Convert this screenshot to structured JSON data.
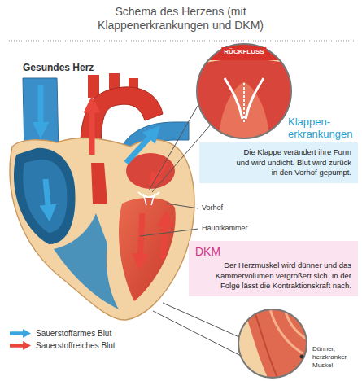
{
  "diagram": {
    "title": "Schema des Herzens (mit Klappenerkrankungen und DKM)",
    "nodes": [
      {
        "text": [
          "Klappen- erkrankungen",
          "Die Klappe verändert ihre Form und wird undicht. Blut wird zurück in den Vorhof gepumpt."
        ]
      },
      {
        "text": [
          "DKM",
          "Der Herzmuskel wird dünner und das Kammervolumen vergrößert sich. In der Folge lässt die Kontraktionskraft nach."
        ]
      }
    ],
    "labels": [
      "Gesundes Herz",
      "RÜCKFLUSS",
      "Vorhof",
      "Hauptkammer",
      "Dünner, herzkranker Muskel"
    ],
    "legend": [
      {
        "text": "Sauerstoffarmes Blut",
        "color": "#3aa6e0"
      },
      {
        "text": "Sauerstoffreiches Blut",
        "color": "#e8453c"
      }
    ]
  }
}
